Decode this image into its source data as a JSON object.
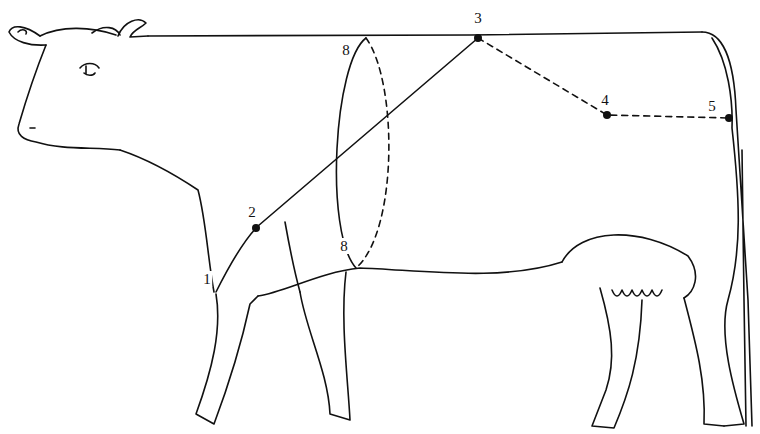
{
  "diagram": {
    "labels": [
      "3",
      "8",
      "4",
      "5",
      "2",
      "8",
      "1"
    ]
  }
}
